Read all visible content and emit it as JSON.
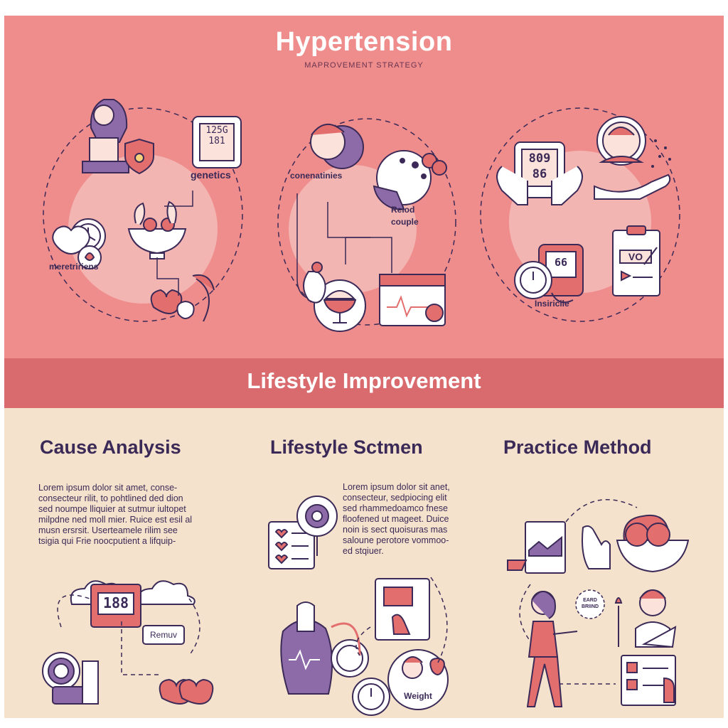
{
  "header": {
    "title": "Hypertension",
    "subtitle": "MAPROVEMENT STRATEGY"
  },
  "top_panels": {
    "panel1": {
      "label_genetics": "genetics",
      "label_left": "meretririens",
      "monitor_line1": "125G",
      "monitor_line2": "181"
    },
    "panel2": {
      "label_top": "conenatinies",
      "label_right_1": "Relod",
      "label_right_2": "couple"
    },
    "panel3": {
      "tablet_line1": "809",
      "tablet_line2": "86",
      "meter_value": "66",
      "clipboard_text": "VO",
      "label_bottom": "Insiricile"
    }
  },
  "band": {
    "title": "Lifestyle Improvement"
  },
  "columns": [
    {
      "title": "Cause Analysis",
      "text": "Lorem ipsum dolor sit amet, conse-\nconsecteur rilit, to pohtlined ded dion\nsed noumpe lliquier at sutmur iultopet\nmilpdne ned moll mier. Ruice est esil al\nmusn ersrsit. Userteamele rilim see\ntsigia qui Frie noocputient a lifquip-",
      "monitor_value": "188",
      "tag": "Remuv"
    },
    {
      "title": "Lifestyle Sctmen",
      "text": "Lorem ipsum dolor sit anet,\nconsecteur, sedpiocing elit\nsed rhammedoamco fnese\nfloofened ut mageet. Duice\nnoin is sect quoisuras mas\nsaloune perotore vommoo-\ned stqiuer.",
      "badge": "Weight"
    },
    {
      "title": "Practice Method",
      "card_line1": "EARD",
      "card_line2": "BRIIND"
    }
  ],
  "colors": {
    "top_bg": "#ef8c8c",
    "band_bg": "#d96b6e",
    "bottom_bg": "#f4e2cc",
    "ink": "#3b2a57",
    "accent_purple": "#8d6aa8",
    "accent_coral": "#e36e6e"
  }
}
